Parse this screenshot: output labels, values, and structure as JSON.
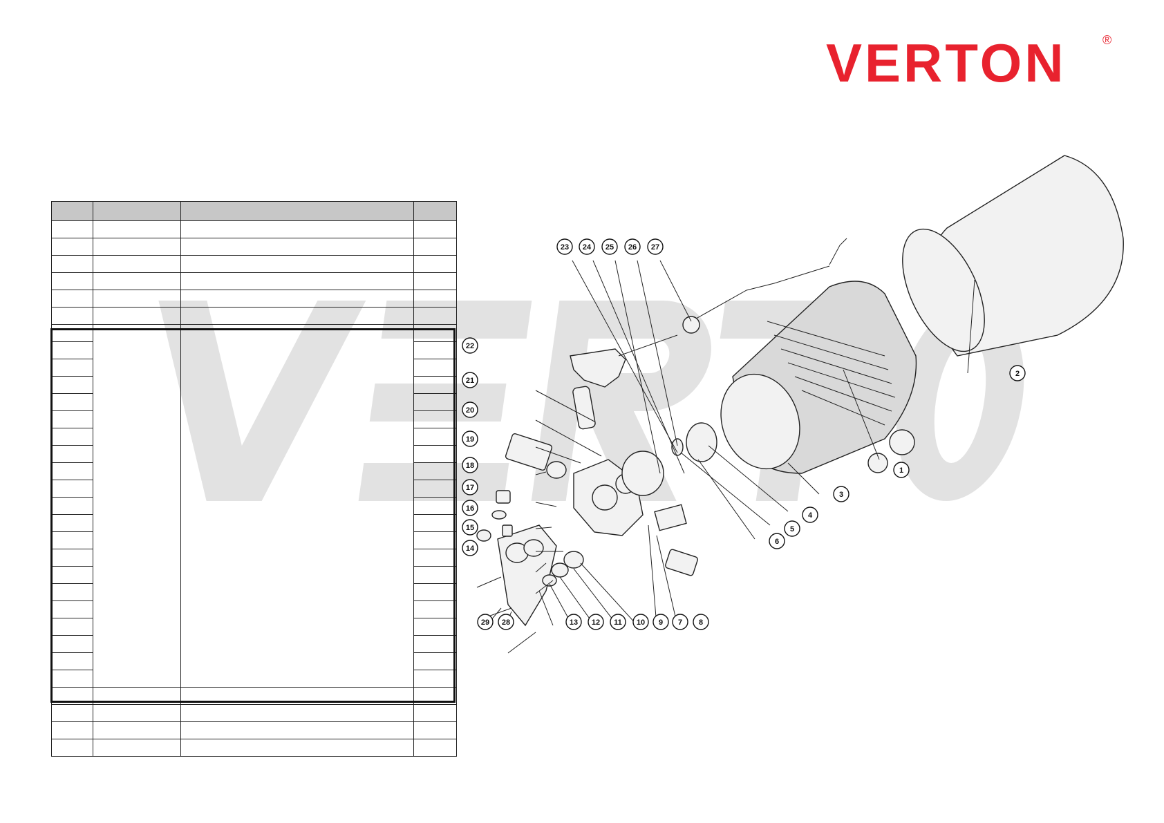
{
  "brand": {
    "logo_text": "VERTON",
    "registered_mark": "®",
    "color": "#e8222e",
    "watermark_color": "#e2e2e2"
  },
  "table": {
    "columns": 4,
    "header_color": "#c7c7c7",
    "rows_before_group": 6,
    "group_rows": 21,
    "rows_after_group": 4
  },
  "diagram": {
    "callouts": [
      "1",
      "2",
      "3",
      "4",
      "5",
      "6",
      "7",
      "8",
      "9",
      "10",
      "11",
      "12",
      "13",
      "14",
      "15",
      "16",
      "17",
      "18",
      "19",
      "20",
      "21",
      "22",
      "23",
      "24",
      "25",
      "26",
      "27",
      "28",
      "29"
    ]
  }
}
